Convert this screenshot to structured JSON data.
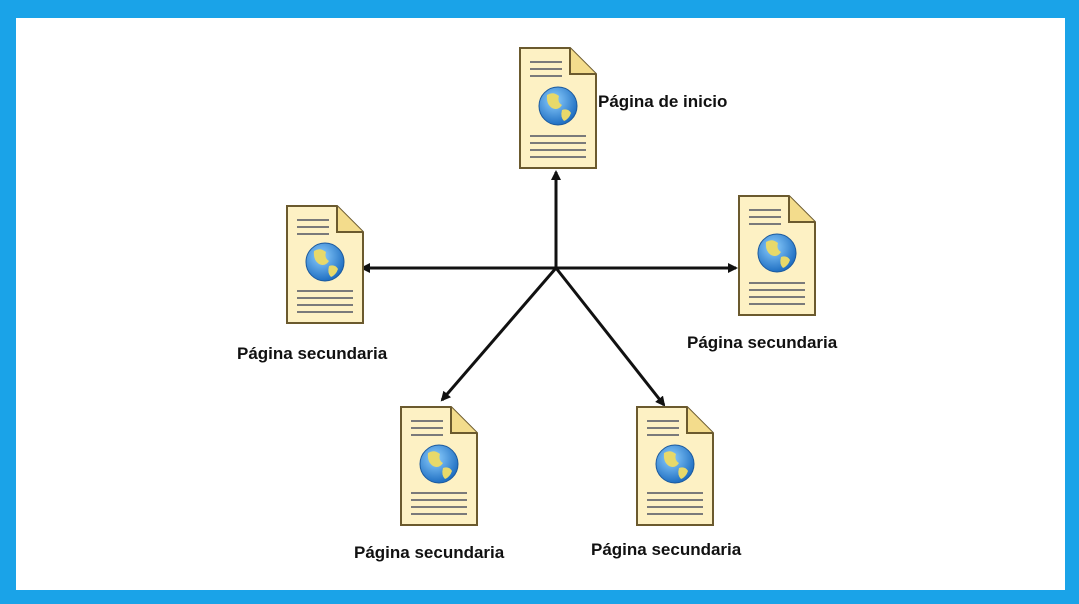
{
  "nodes": [
    {
      "id": "home",
      "label": "Página de inicio"
    },
    {
      "id": "left",
      "label": "Página secundaria"
    },
    {
      "id": "right",
      "label": "Página secundaria"
    },
    {
      "id": "bottom_left",
      "label": "Página secundaria"
    },
    {
      "id": "bottom_right",
      "label": "Página secundaria"
    }
  ],
  "colors": {
    "frame": "#1aa3e8",
    "document_fill": "#fdf1c4",
    "document_stroke": "#6b5a2e",
    "globe_ocean": "#3b8fd9",
    "globe_land": "#e8d96a",
    "arrow": "#111111"
  },
  "icon": "web-page-document-icon"
}
